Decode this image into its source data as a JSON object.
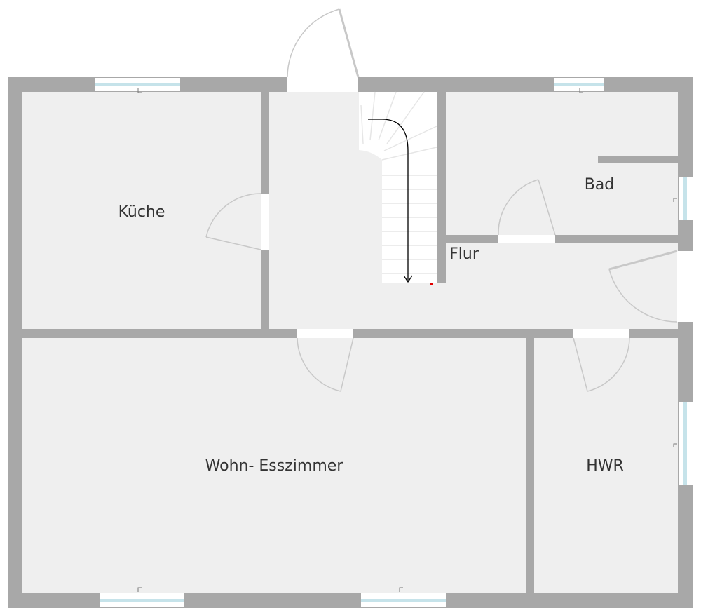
{
  "rooms": {
    "kitchen": {
      "label": "Küche"
    },
    "bath": {
      "label": "Bad"
    },
    "hall": {
      "label": "Flur"
    },
    "living": {
      "label": "Wohn- Esszimmer"
    },
    "utility": {
      "label": "HWR"
    }
  },
  "colors": {
    "wall": "#a8a8a8",
    "floor": "#efefef",
    "window_glass": "#c6e3ea",
    "door_swing": "#c8c8c8",
    "stair_arrow": "#000000",
    "marker": "#e00000"
  }
}
